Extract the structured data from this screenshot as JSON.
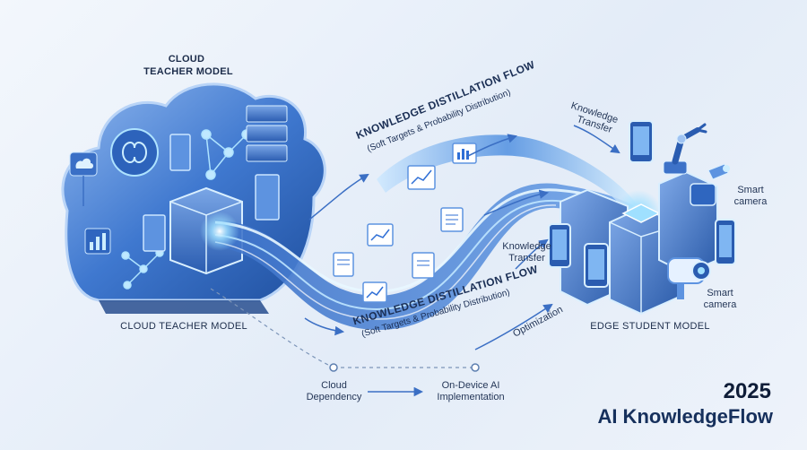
{
  "cloud": {
    "title_line1": "CLOUD",
    "title_line2": "TEACHER MODEL",
    "bottom_label": "CLOUD TEACHER MODEL"
  },
  "flow_upper": {
    "title": "KNOWLEDGE DISTILLATION FLOW",
    "subtitle": "(Soft Targets & Probability Distribution)"
  },
  "flow_lower": {
    "title": "KNOWLEDGE DISTILLATION FLOW",
    "subtitle": "(Soft Targets & Probability Distribution)"
  },
  "transfer_top": {
    "line1": "Knowledge",
    "line2": "Transfer"
  },
  "transfer_mid": {
    "line1": "Knowledge",
    "line2": "Transfer"
  },
  "optimization": "Optimization",
  "edge": {
    "bottom_label": "EDGE STUDENT MODEL",
    "smart_camera_top": {
      "line1": "Smart",
      "line2": "camera"
    },
    "smart_camera_bottom": {
      "line1": "Smart",
      "line2": "camera"
    }
  },
  "timeline": {
    "start": {
      "line1": "Cloud",
      "line2": "Dependency"
    },
    "end": {
      "line1": "On-Device AI",
      "line2": "Implementation"
    }
  },
  "brand": {
    "year": "2025",
    "name": "AI KnowledgeFlow"
  },
  "colors": {
    "accent": "#2f6fd6",
    "glow": "#7fd0ff",
    "dark": "#1c2c4a"
  },
  "icons": [
    "cloud-icon",
    "brain-icon",
    "neural-network-icon",
    "server-icon",
    "document-icon",
    "chart-icon",
    "robot-arm-icon",
    "smartphone-icon",
    "camera-icon",
    "chip-icon"
  ]
}
